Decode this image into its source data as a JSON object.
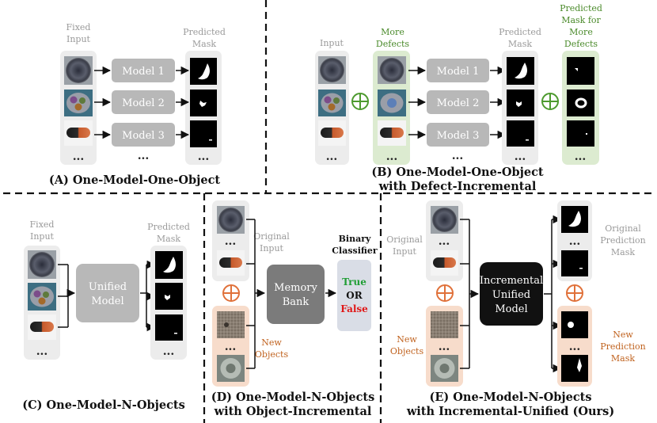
{
  "colors": {
    "panel_gray": "#ececec",
    "panel_green": "#dcebd0",
    "panel_orange": "#f7dccb",
    "model_gray": "#b8b8b8",
    "unified_dark": "#111111",
    "memory_bank": "#7b7b7b",
    "classifier_bg": "#d9dde6",
    "plus_green": "#4d9a2e",
    "plus_orange": "#e0713a",
    "true_color": "#1f9e34",
    "false_color": "#e01818"
  },
  "panel_a": {
    "fixed_input": [
      "Fixed",
      "Input"
    ],
    "predicted_mask": [
      "Predicted",
      "Mask"
    ],
    "models": [
      "Model 1",
      "Model 2",
      "Model 3"
    ],
    "ellipsis": "...",
    "caption": "(A) One-Model-One-Object"
  },
  "panel_b": {
    "input": "Input",
    "more_defects": [
      "More",
      "Defects"
    ],
    "predicted_mask": [
      "Predicted",
      "Mask"
    ],
    "predicted_more": [
      "Predicted",
      "Mask for",
      "More",
      "Defects"
    ],
    "models": [
      "Model 1",
      "Model 2",
      "Model 3"
    ],
    "ellipsis": "...",
    "caption": [
      "(B) One-Model-One-Object",
      "with Defect-Incremental"
    ]
  },
  "panel_c": {
    "fixed_input": [
      "Fixed",
      "Input"
    ],
    "predicted_mask": [
      "Predicted",
      "Mask"
    ],
    "unified": [
      "Unified",
      "Model"
    ],
    "ellipsis": "...",
    "caption": "(C) One-Model-N-Objects"
  },
  "panel_d": {
    "original_input": [
      "Original",
      "Input"
    ],
    "new_objects": [
      "New",
      "Objects"
    ],
    "memory_bank": [
      "Memory",
      "Bank"
    ],
    "binary_classifier": [
      "Binary",
      "Classifier"
    ],
    "true_label": "True",
    "or_label": "OR",
    "false_label": "False",
    "ellipsis": "...",
    "caption": [
      "(D) One-Model-N-Objects",
      "with Object-Incremental"
    ]
  },
  "panel_e": {
    "original_input": [
      "Original",
      "Input"
    ],
    "new_objects": [
      "New",
      "Objects"
    ],
    "incremental": [
      "Incremental",
      "Unified",
      "Model"
    ],
    "original_prediction": [
      "Original",
      "Prediction",
      "Mask"
    ],
    "new_prediction": [
      "New",
      "Prediction",
      "Mask"
    ],
    "ellipsis": "...",
    "caption": [
      "(E) One-Model-N-Objects",
      "with Incremental-Unified (Ours)"
    ]
  }
}
